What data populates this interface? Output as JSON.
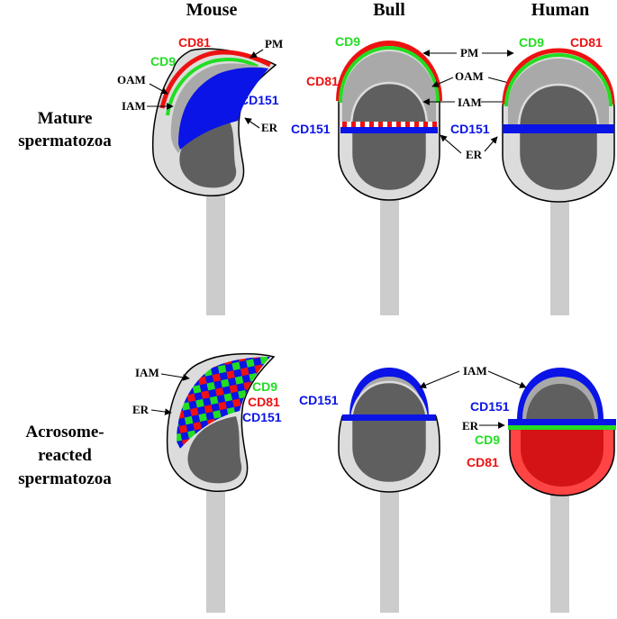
{
  "columns": [
    "Mouse",
    "Bull",
    "Human"
  ],
  "rows": [
    [
      "Mature",
      "spermatozoa"
    ],
    [
      "Acrosome-",
      "reacted",
      "spermatozoa"
    ]
  ],
  "structures": {
    "pm": "PM",
    "oam": "OAM",
    "iam": "IAM",
    "er": "ER"
  },
  "proteins": {
    "cd9": "CD9",
    "cd81": "CD81",
    "cd151": "CD151"
  },
  "colors": {
    "cd9": "#22dd22",
    "cd81": "#ee1111",
    "cd151": "#0a14e6",
    "nucleus": "#5f5f5f",
    "acrosome": "#a9a9a9",
    "head": "#dcdcdc",
    "tail": "#cccccc"
  }
}
